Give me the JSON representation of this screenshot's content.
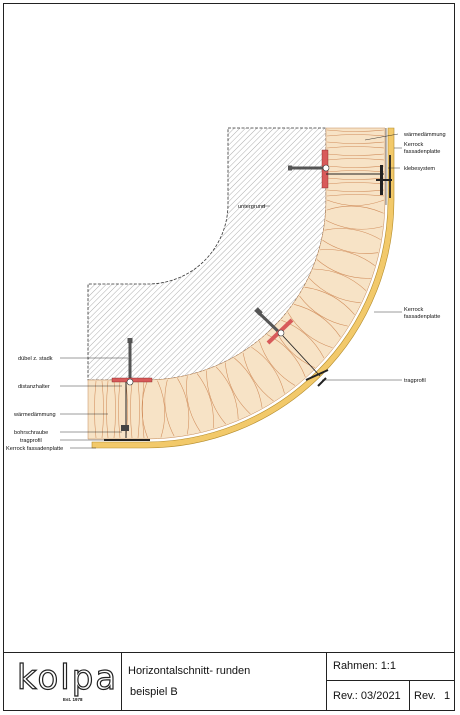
{
  "labels": {
    "waermedaemmung_right": "wärmedämmung",
    "kerrock_top_1": "Kerrock",
    "kerrock_top_2": "fassadenplatte",
    "klebesystem": "klebesystem",
    "untergrund": "untergrund",
    "kerrock_mid_1": "Kerrock",
    "kerrock_mid_2": "fassadenplatte",
    "tragprofil_right": "tragprofil",
    "duebel": "dübel z. stadk",
    "distanzhalter": "distanzhalter",
    "waermedaemmung_left": "wärmedämmung",
    "bohrschraube": "bohrschraube",
    "tragprofil_left": "tragprofil",
    "kerrock_left": "Kerrock fassadenplatte"
  },
  "titleblock": {
    "brand": "kolpa",
    "est": "Est. 1978",
    "title": "Horizontalschnitt- runden",
    "subtitle": "beispiel B",
    "scale": "Rahmen: 1:1",
    "rev_date": "Rev.: 03/2021",
    "rev_label": "Rev.",
    "rev_no": "1"
  },
  "colors": {
    "insulation": "#f7e3c6",
    "panel": "#f2c96a",
    "panel_edge": "#b48c2c",
    "bracket_red": "#d85a5a",
    "hatch": "#9a9a9a"
  }
}
